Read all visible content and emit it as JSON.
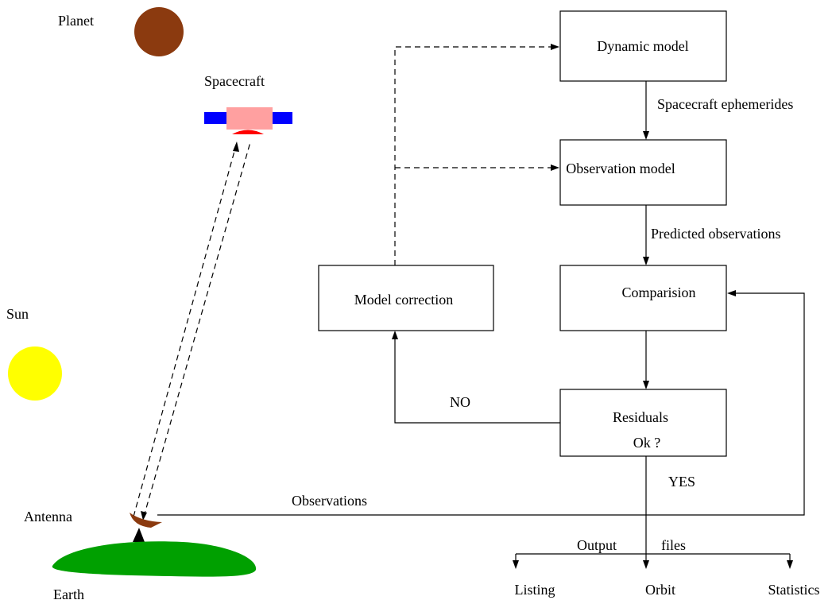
{
  "scene": {
    "planet_label": "Planet",
    "spacecraft_label": "Spacecraft",
    "sun_label": "Sun",
    "antenna_label": "Antenna",
    "earth_label": "Earth",
    "colors": {
      "planet": "#8b3a0f",
      "sun": "#ffff00",
      "earth": "#00a000",
      "antenna": "#8b3a0f",
      "solar_panels": "#0000ff",
      "spacecraft_body": "#ffa0a0",
      "spacecraft_dish": "#ff0000"
    }
  },
  "flowchart": {
    "nodes": {
      "dynamic_model": "Dynamic model",
      "observation_model": "Observation model",
      "comparision": "Comparision",
      "model_correction": "Model correction",
      "residuals_line1": "Residuals",
      "residuals_line2": "Ok ?"
    },
    "edge_labels": {
      "spacecraft_ephemerides": "Spacecraft ephemerides",
      "predicted_observations": "Predicted observations",
      "no": "NO",
      "yes": "YES",
      "observations": "Observations",
      "output": "Output",
      "files": "files"
    },
    "outputs": {
      "listing": "Listing",
      "orbit": "Orbit",
      "statistics": "Statistics"
    }
  }
}
